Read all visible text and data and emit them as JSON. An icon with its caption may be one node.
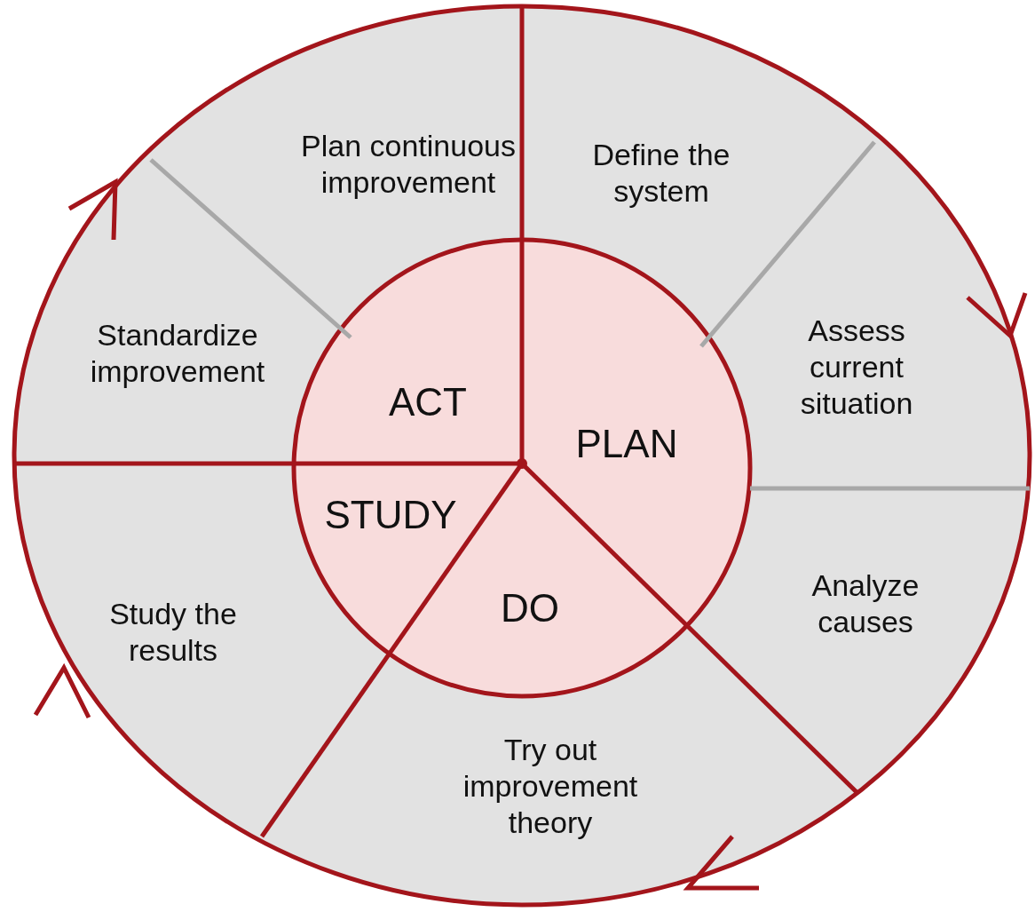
{
  "diagram": {
    "nodes": [
      {
        "text": [
          "Plan continuous improvement"
        ]
      },
      {
        "text": [
          "Define the system"
        ]
      },
      {
        "text": [
          "Standardize improvement"
        ]
      },
      {
        "text": [
          "Assess current situation"
        ]
      },
      {
        "text": [
          "ACT"
        ]
      },
      {
        "text": [
          "PLAN"
        ]
      },
      {
        "text": [
          "STUDY"
        ]
      },
      {
        "text": [
          "DO"
        ]
      },
      {
        "text": [
          "Analyze causes"
        ]
      },
      {
        "text": [
          "Study the results"
        ]
      },
      {
        "text": [
          "Try out improvement theory"
        ]
      }
    ]
  }
}
